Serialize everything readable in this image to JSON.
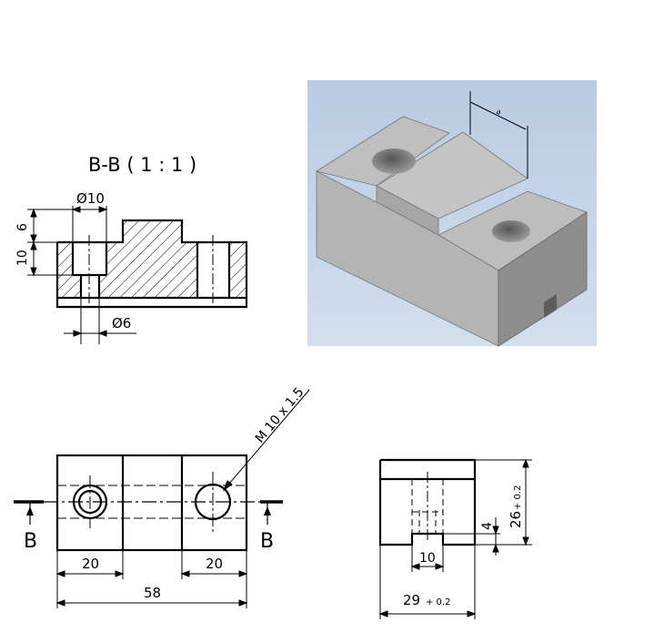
{
  "section_view": {
    "title": "B-B ( 1 : 1 )",
    "dim_bore_dia": "Ø10",
    "dim_hole_dia": "Ø6",
    "dim_depth_6": "6",
    "dim_depth_10": "10"
  },
  "render_3d": {
    "dim_label": "a"
  },
  "top_view": {
    "thread_callout": "M 10 x 1.5",
    "section_mark_left": "B",
    "section_mark_right": "B",
    "dim_left": "20",
    "dim_right": "20",
    "dim_total": "58"
  },
  "side_view": {
    "dim_height": "26",
    "dim_height_tol": "+ 0.2",
    "dim_slot_depth": "4",
    "dim_slot_width": "10",
    "dim_width": "29",
    "dim_width_tol": "+ 0.2"
  },
  "colors": {
    "line": "#000000",
    "render_bg": "#c3d2e6",
    "block_top": "#bdbdbd",
    "block_front": "#b3b3b3",
    "block_side": "#8c8c8c"
  }
}
